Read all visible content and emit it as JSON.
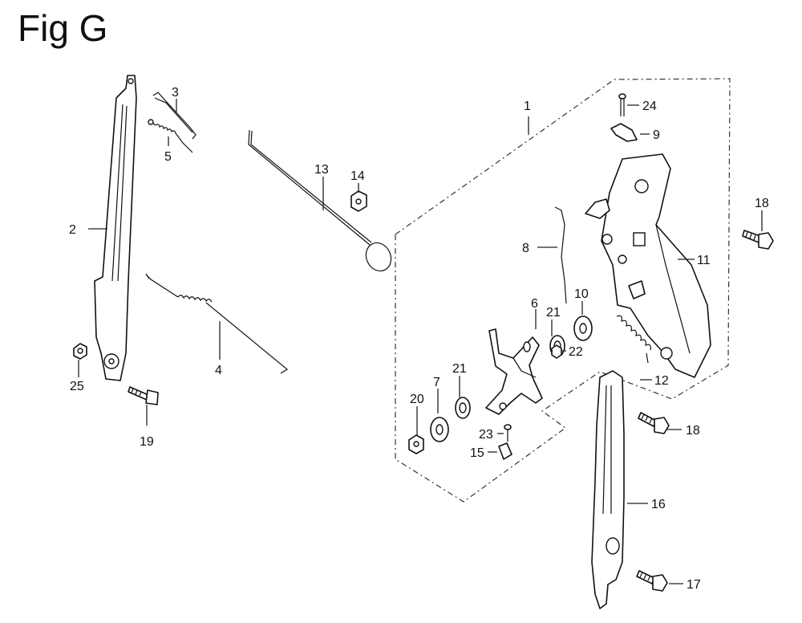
{
  "title": "Fig G",
  "callouts": {
    "p1": "1",
    "p2": "2",
    "p3": "3",
    "p4": "4",
    "p5": "5",
    "p6": "6",
    "p7": "7",
    "p8": "8",
    "p9": "9",
    "p10": "10",
    "p11": "11",
    "p12": "12",
    "p13": "13",
    "p14": "14",
    "p15": "15",
    "p16": "16",
    "p17": "17",
    "p18a": "18",
    "p18b": "18",
    "p19": "19",
    "p20": "20",
    "p21a": "21",
    "p21b": "21",
    "p22": "22",
    "p23": "23",
    "p24": "24",
    "p25": "25"
  }
}
